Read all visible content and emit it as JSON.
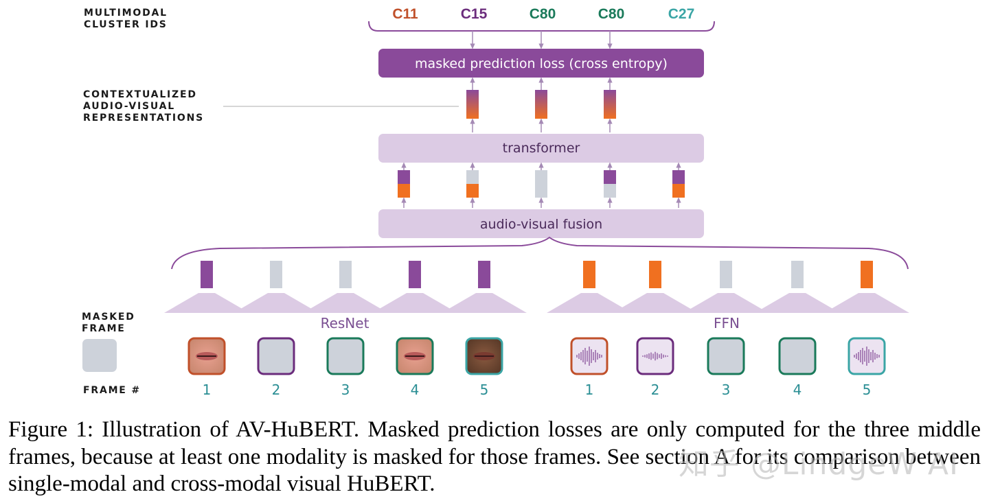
{
  "colors": {
    "purple": "#8a4a9a",
    "orange": "#f07020",
    "gray": "#cdd2da",
    "lavender": "#dccbe4",
    "c11": "#c0502a",
    "c15": "#6b2c7c",
    "c80": "#1a7a5a",
    "c27": "#3aa5a5",
    "teal": "#2a8e94"
  },
  "labels": {
    "cluster_ids": [
      "MULTIMODAL",
      "CLUSTER IDS"
    ],
    "contextualized": [
      "CONTEXTUALIZED",
      "AUDIO-VISUAL",
      "REPRESENTATIONS"
    ],
    "masked_frame": [
      "MASKED",
      "FRAME"
    ],
    "frame_no": "FRAME #"
  },
  "cluster_ids": [
    {
      "text": "C11",
      "color": "#c0502a"
    },
    {
      "text": "C15",
      "color": "#6b2c7c"
    },
    {
      "text": "C80",
      "color": "#1a7a5a"
    },
    {
      "text": "C80",
      "color": "#1a7a5a"
    },
    {
      "text": "C27",
      "color": "#3aa5a5"
    }
  ],
  "boxes": {
    "loss": "masked prediction loss (cross entropy)",
    "transformer": "transformer",
    "fusion": "audio-visual fusion"
  },
  "modules": {
    "visual": "ResNet",
    "audio": "FFN"
  },
  "fused_tokens": [
    {
      "top": "purple",
      "bottom": "orange"
    },
    {
      "top": "gray",
      "bottom": "orange"
    },
    {
      "top": "gray",
      "bottom": "gray"
    },
    {
      "top": "purple",
      "bottom": "gray"
    },
    {
      "top": "purple",
      "bottom": "orange"
    }
  ],
  "visual_features": [
    "purple",
    "gray",
    "gray",
    "purple",
    "purple"
  ],
  "audio_features": [
    "orange",
    "orange",
    "gray",
    "gray",
    "orange"
  ],
  "visual_frames": [
    {
      "number": "1",
      "border": "#c0502a",
      "content": "lips"
    },
    {
      "number": "2",
      "border": "#6b2c7c",
      "content": "masked"
    },
    {
      "number": "3",
      "border": "#1a7a5a",
      "content": "masked"
    },
    {
      "number": "4",
      "border": "#1a7a5a",
      "content": "lips"
    },
    {
      "number": "5",
      "border": "#3aa5a5",
      "content": "lips-dark"
    }
  ],
  "audio_frames": [
    {
      "number": "1",
      "border": "#c0502a",
      "content": "waveform"
    },
    {
      "number": "2",
      "border": "#6b2c7c",
      "content": "waveform-small"
    },
    {
      "number": "3",
      "border": "#1a7a5a",
      "content": "masked"
    },
    {
      "number": "4",
      "border": "#1a7a5a",
      "content": "masked"
    },
    {
      "number": "5",
      "border": "#3aa5a5",
      "content": "waveform"
    }
  ],
  "caption": "Figure 1: Illustration of AV-HuBERT. Masked prediction losses are only computed for the three middle frames, because at least one modality is masked for those frames. See section A for its comparison between single-modal and cross-modal visual HuBERT.",
  "watermark": "知乎 @LindgeW AI"
}
